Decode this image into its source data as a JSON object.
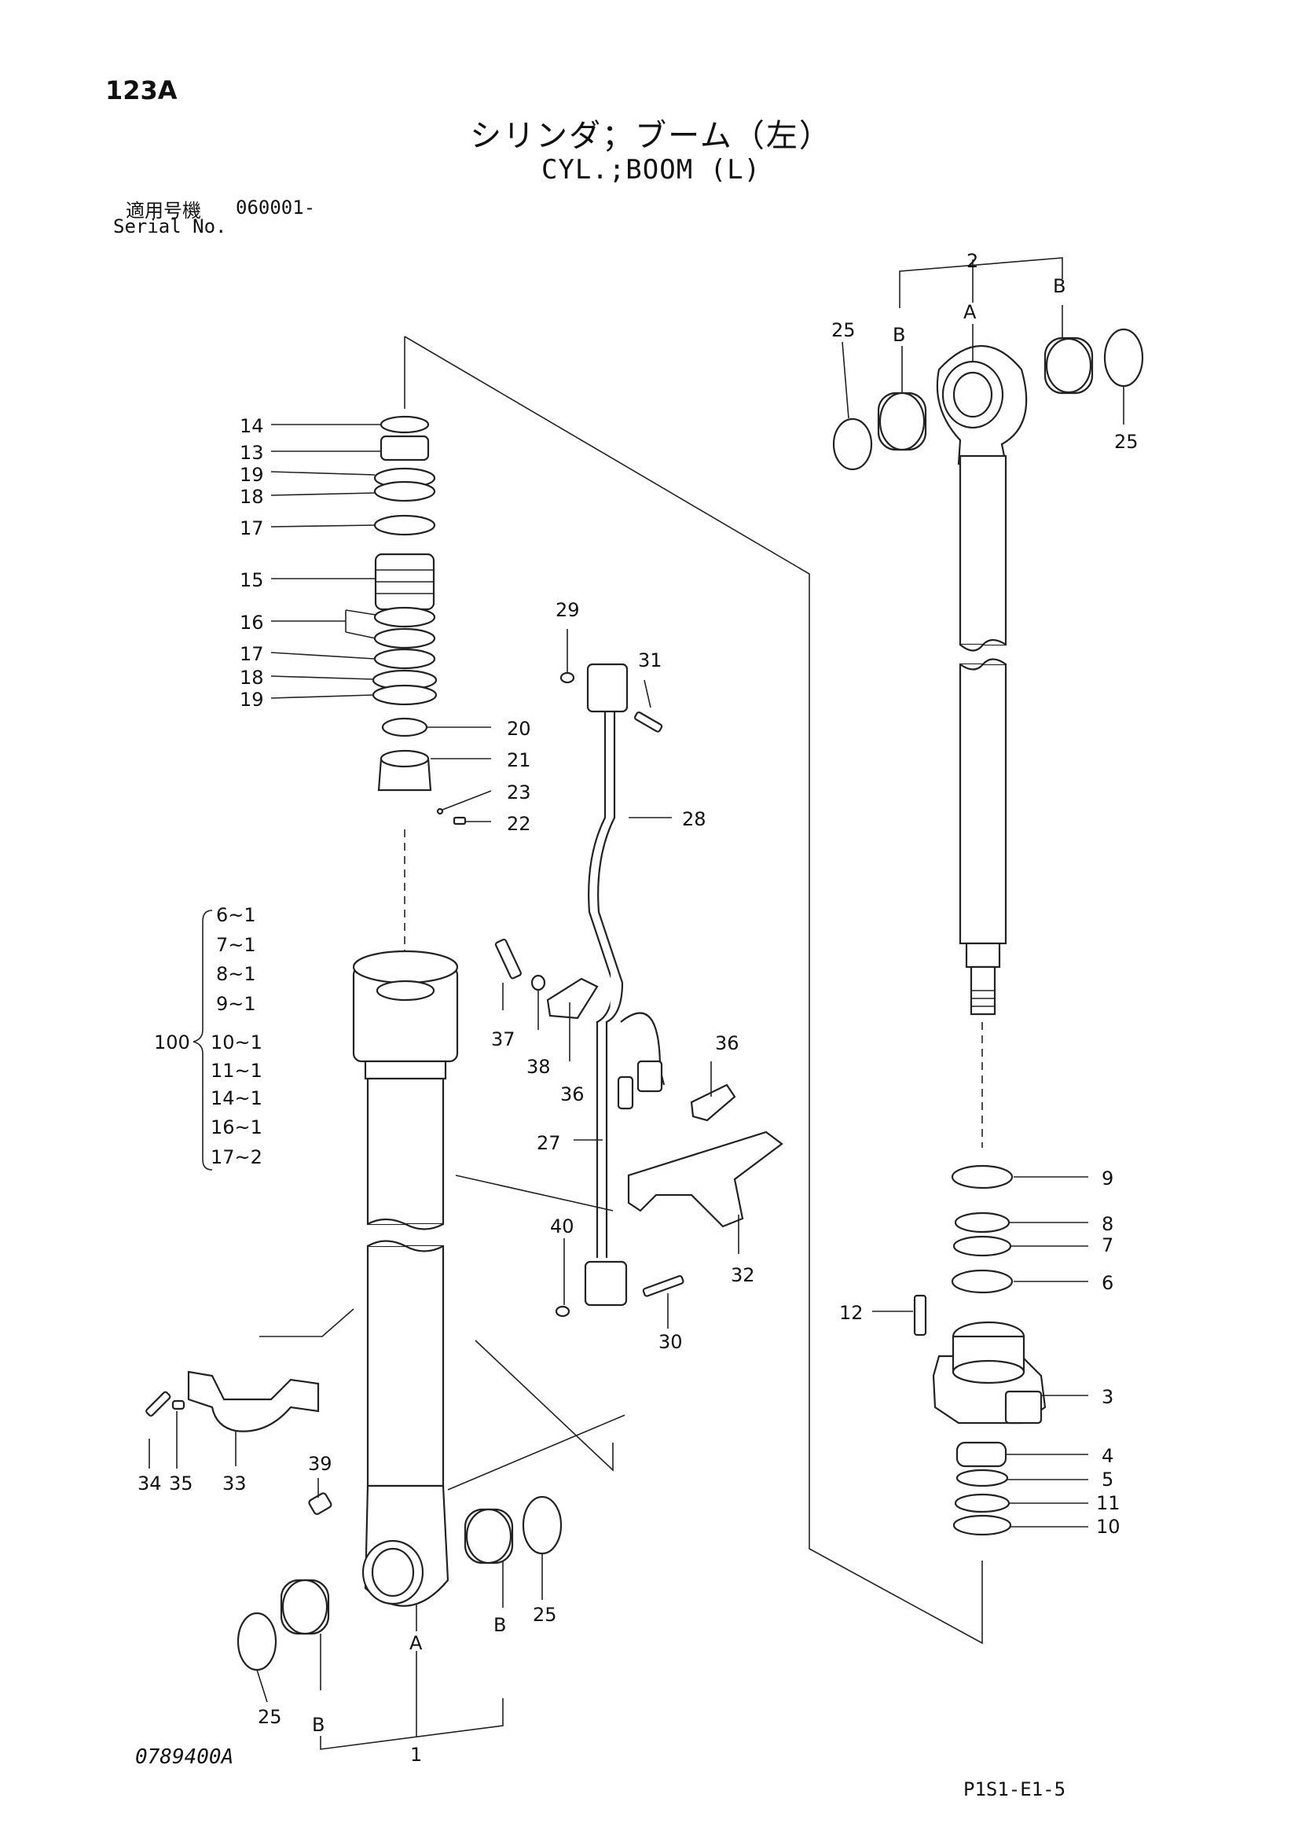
{
  "header": {
    "page_number": "123A",
    "title_jp": "シリンダ；ブーム（左）",
    "title_en": "CYL.;BOOM (L)",
    "serial_label_jp": "適用号機",
    "serial_value": "060001-",
    "serial_label_en": "Serial No."
  },
  "footer": {
    "drawing_number": "0789400A",
    "sheet_code": "P1S1-E1-5"
  },
  "callouts": {
    "c1": "1",
    "c2": "2",
    "c3": "3",
    "c4": "4",
    "c5": "5",
    "c6": "6",
    "c7": "7",
    "c8": "8",
    "c9": "9",
    "c10": "10",
    "c11": "11",
    "c12": "12",
    "c13": "13",
    "c14": "14",
    "c15": "15",
    "c16": "16",
    "c17a": "17",
    "c17b": "17",
    "c18a": "18",
    "c18b": "18",
    "c19a": "19",
    "c19b": "19",
    "c20": "20",
    "c21": "21",
    "c22": "22",
    "c23": "23",
    "c25a": "25",
    "c25b": "25",
    "c25c": "25",
    "c25d": "25",
    "c27": "27",
    "c28": "28",
    "c29": "29",
    "c30": "30",
    "c31": "31",
    "c32": "32",
    "c33": "33",
    "c34": "34",
    "c35": "35",
    "c36a": "36",
    "c36b": "36",
    "c37": "37",
    "c38": "38",
    "c39": "39",
    "c40": "40",
    "A_top": "A",
    "B_top_left": "B",
    "B_top_right": "B",
    "A_bottom": "A",
    "B_bottom_left": "B",
    "B_bottom_right": "B"
  },
  "kit": {
    "label": "100",
    "items": [
      "6~1",
      "7~1",
      "8~1",
      "9~1",
      "10~1",
      "11~1",
      "14~1",
      "16~1",
      "17~2"
    ]
  }
}
